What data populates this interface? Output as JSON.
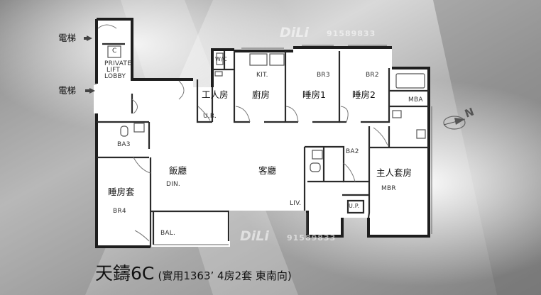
{
  "watermark": {
    "brand": "DiLi",
    "phone": "91589833"
  },
  "lifts": {
    "top": "電梯",
    "middle": "電梯"
  },
  "rooms": {
    "lift_lobby": {
      "code": "C",
      "line1": "PRIVATE",
      "line2": "LIFT",
      "line3": "LOBBY"
    },
    "wc": "W/C",
    "maid_room": {
      "zh": "工人房",
      "code": "U.R."
    },
    "kitchen": {
      "zh": "廚房",
      "code": "KIT."
    },
    "bedroom3": {
      "zh": "睡房1",
      "code": "BR3"
    },
    "bedroom2": {
      "zh": "睡房2",
      "code": "BR2"
    },
    "master_bath": "MBA",
    "bath3": "BA3",
    "bath2": "BA2",
    "dining": {
      "zh": "飯廳",
      "code": "DIN."
    },
    "living": {
      "zh": "客廳",
      "code": "LIV."
    },
    "master_bedroom": {
      "zh": "主人套房",
      "code": "MBR"
    },
    "bedroom4": {
      "zh": "睡房套",
      "code": "BR4"
    },
    "balcony": "BAL.",
    "utility_platform": "U.P."
  },
  "compass": "N",
  "caption": {
    "title": "天鑄6C",
    "spec": "(實用1363’ 4房2套 東南向)"
  }
}
